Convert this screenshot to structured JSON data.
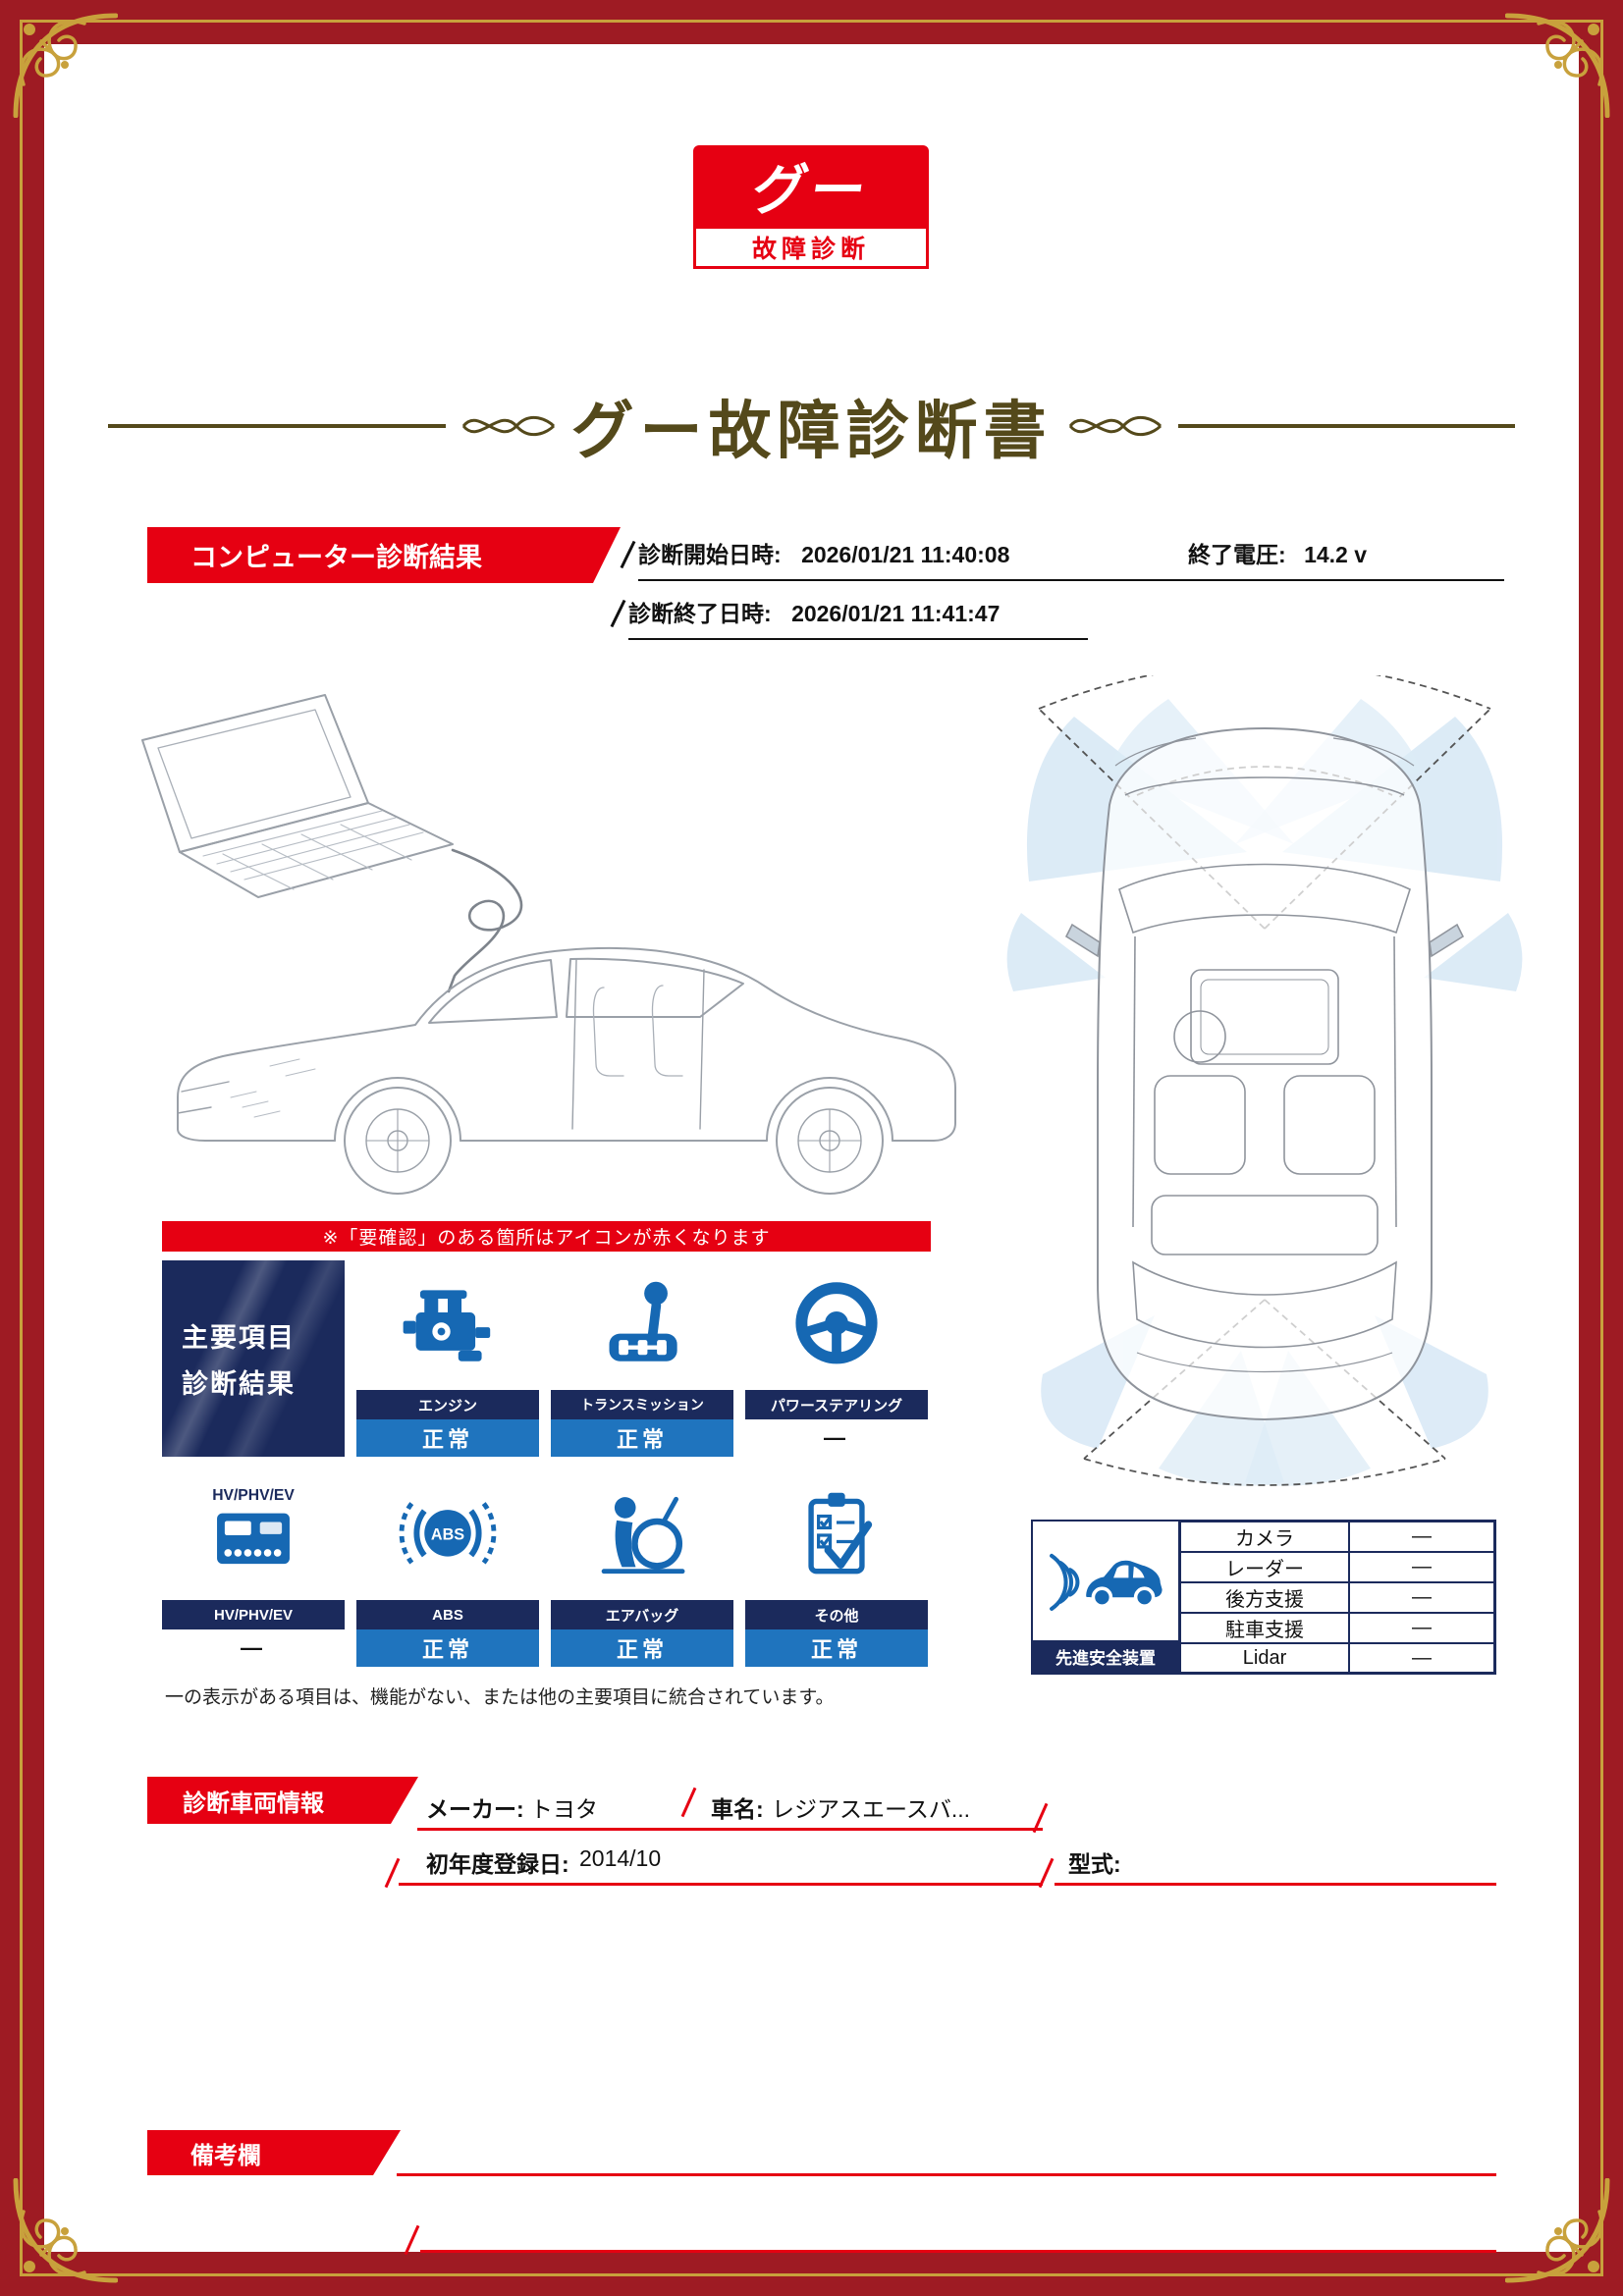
{
  "colors": {
    "brand_red": "#E60012",
    "navy": "#1B2A5C",
    "status_blue": "#1F74BE",
    "gold": "#C8A13C",
    "title_bronze": "#54491B"
  },
  "logo": {
    "top": "グー",
    "bottom": "故障診断"
  },
  "title": "グー故障診断書",
  "diagnosis": {
    "section_title": "コンピューター診断結果",
    "start_label": "診断開始日時:",
    "start_value": "2026/01/21 11:40:08",
    "voltage_label": "終了電圧:",
    "voltage_value": "14.2 v",
    "end_label": "診断終了日時:",
    "end_value": "2026/01/21 11:41:47",
    "warning_note": "※「要確認」のある箇所はアイコンが赤くなります",
    "legend_note": "一の表示がある項目は、機能がない、または他の主要項目に統合されています。",
    "summary_box": {
      "line1": "主要項目",
      "line2": "診断結果"
    },
    "items": [
      {
        "label": "エンジン",
        "status": "正常",
        "icon": "engine-icon"
      },
      {
        "label": "トランスミッション",
        "status": "正常",
        "icon": "transmission-icon"
      },
      {
        "label": "パワーステアリング",
        "status": "—",
        "icon": "power-steering-icon"
      },
      {
        "label": "HV/PHV/EV",
        "status": "—",
        "icon": "hv-phv-ev-icon",
        "icon_caption": "HV/PHV/EV"
      },
      {
        "label": "ABS",
        "status": "正常",
        "icon": "abs-icon",
        "icon_text": "ABS"
      },
      {
        "label": "エアバッグ",
        "status": "正常",
        "icon": "airbag-icon"
      },
      {
        "label": "その他",
        "status": "正常",
        "icon": "other-icon"
      }
    ]
  },
  "safety": {
    "title": "先進安全装置",
    "icon": "safety-car-icon",
    "rows": [
      {
        "label": "カメラ",
        "value": "—"
      },
      {
        "label": "レーダー",
        "value": "—"
      },
      {
        "label": "後方支援",
        "value": "—"
      },
      {
        "label": "駐車支援",
        "value": "—"
      },
      {
        "label": "Lidar",
        "value": "—"
      }
    ]
  },
  "vehicle": {
    "section_title": "診断車両情報",
    "maker_label": "メーカー:",
    "maker_value": "トヨタ",
    "name_label": "車名:",
    "name_value": "レジアスエースバ...",
    "first_reg_label": "初年度登録日:",
    "first_reg_value": "2014/10",
    "model_label": "型式:",
    "model_value": ""
  },
  "remarks": {
    "section_title": "備考欄"
  }
}
